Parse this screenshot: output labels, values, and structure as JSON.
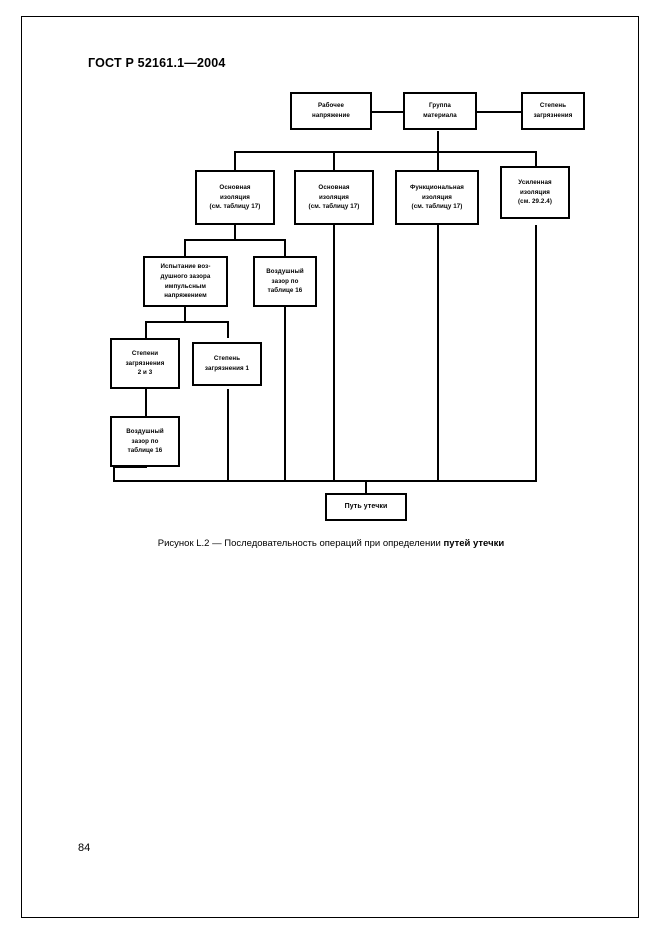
{
  "document": {
    "standard_header": "ГОСТ Р 52161.1—2004",
    "page_number": "84"
  },
  "figure": {
    "caption_prefix": "Рисунок L.2 — Последовательность операций при определении ",
    "caption_emphasis": "путей утечки"
  },
  "flowchart": {
    "title": "Последовательность операций при определении путей утечки",
    "nodes": {
      "working_voltage": "Рабочее напряжение",
      "material_group": "Группа материала",
      "pollution_degree": "Степень загрязнения",
      "basic_insulation_1": "Основная изоляция (см. таблицу 17)",
      "basic_insulation_2": "Основная изоляция (см. таблицу 17)",
      "functional_insulation": "Функциональная изоляция (см. таблицу 17)",
      "reinforced_insulation": "Усиленная изоляция (см. 29.2.4)",
      "impulse_test": "Испытание воздушного зазора импульсным напряжением",
      "clearance_table16_upper": "Воздушный зазор по таблице 16",
      "pollution_degree_2_3": "Степени загрязнения 2 и 3",
      "pollution_degree_1": "Степень загрязнения 1",
      "clearance_table16_lower": "Воздушный зазор по таблице 16",
      "creepage_distance": "Путь утечки"
    },
    "node_lines": {
      "working_voltage": [
        "Рабочее",
        "напряжение"
      ],
      "material_group": [
        "Группа",
        "материала"
      ],
      "pollution_degree": [
        "Степень",
        "загрязнения"
      ],
      "basic_insulation_1": [
        "Основная",
        "изоляция",
        "(см. таблицу 17)"
      ],
      "basic_insulation_2": [
        "Основная",
        "изоляция",
        "(см. таблицу 17)"
      ],
      "functional_insulation": [
        "Функциональная",
        "изоляция",
        "(см. таблицу 17)"
      ],
      "reinforced_insulation": [
        "Усиленная",
        "изоляция",
        "(см. 29.2.4)"
      ],
      "impulse_test": [
        "Испытание воз-",
        "душного зазора",
        "импульсным",
        "напряжением"
      ],
      "clearance_table16_upper": [
        "Воздушный",
        "зазор по",
        "таблице 16"
      ],
      "pollution_degree_2_3": [
        "Степени",
        "загрязнения",
        "2 и 3"
      ],
      "pollution_degree_1": [
        "Степень",
        "загрязнения 1"
      ],
      "clearance_table16_lower": [
        "Воздушный",
        "зазор по",
        "таблице 16"
      ],
      "creepage_distance": [
        "Путь утечки"
      ]
    },
    "colors": {
      "stroke": "#000000",
      "fill": "#ffffff",
      "text": "#000000"
    }
  }
}
